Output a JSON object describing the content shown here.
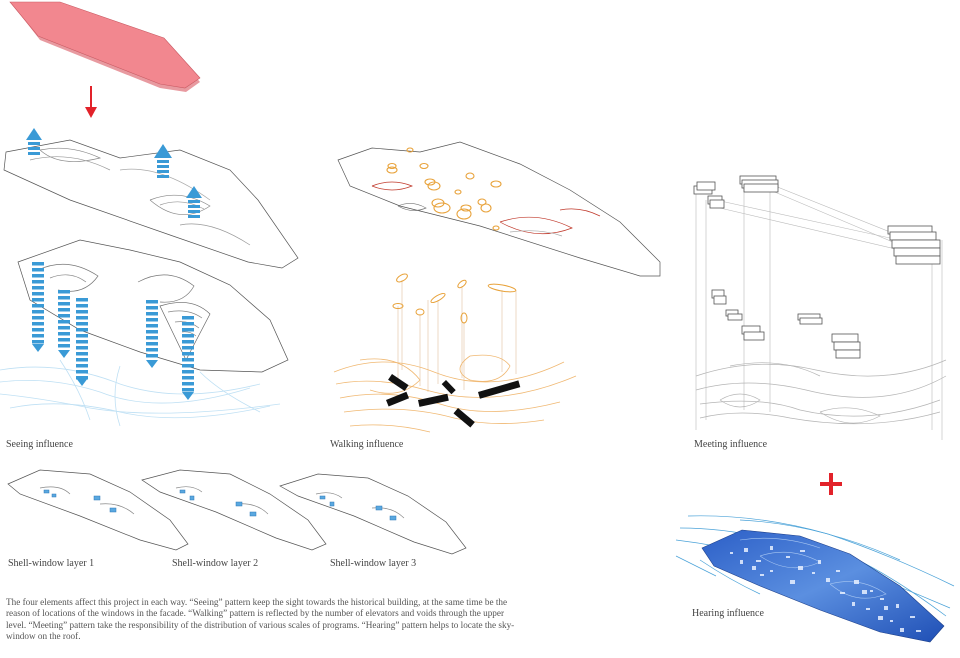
{
  "labels": {
    "seeing": "Seeing influence",
    "walking": "Walking influence",
    "meeting": "Meeting influence",
    "hearing": "Hearing influence",
    "shell1": "Shell-window layer 1",
    "shell2": "Shell-window layer 2",
    "shell3": "Shell-window layer 3"
  },
  "description": "The four elements affect this project in each way. “Seeing” pattern keep the sight towards the historical building, at the same time be the reason of locations of the windows in the facade. “Walking” pattern is reflected by the number of elevators and voids through the upper level. “Meeting” pattern take the responsibility of the distribution of various scales of programs. “Hearing” pattern helps to locate the sky-window on the roof.",
  "colors": {
    "roof": "#f2878f",
    "seeing": "#3a9ad6",
    "walking": "#e8a23a",
    "meeting": "#9a9a9a",
    "hearing": "#2f6fd0",
    "accent_red": "#e2222a",
    "outline": "#555555"
  },
  "icons": {
    "arrow_down": "red-down-arrow-icon",
    "plus": "red-plus-icon",
    "arrow_up": "blue-up-arrow-icon"
  }
}
